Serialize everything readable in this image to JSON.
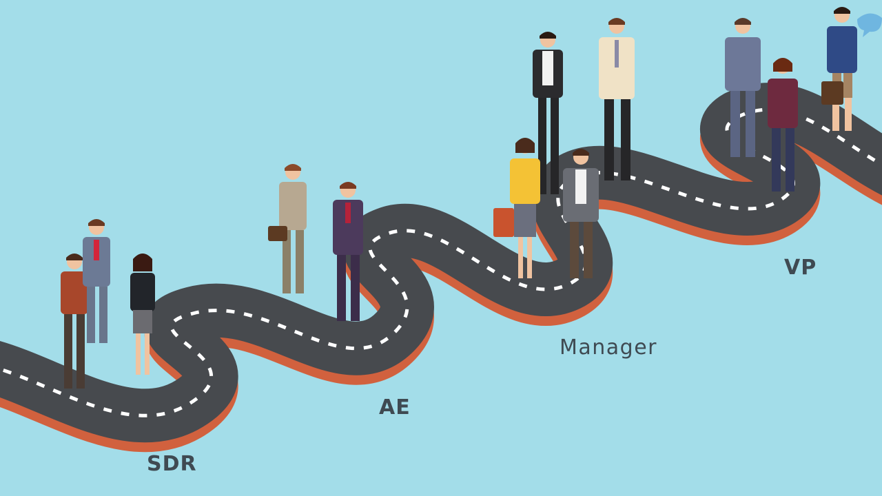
{
  "career_path": {
    "stages": [
      {
        "id": "sdr",
        "label": "SDR"
      },
      {
        "id": "ae",
        "label": "AE"
      },
      {
        "id": "manager",
        "label": "Manager"
      },
      {
        "id": "vp",
        "label": "VP"
      }
    ]
  },
  "colors": {
    "background": "#a3dde9",
    "road": "#474a4e",
    "road_edge": "#d1613e",
    "lane_marking": "#ffffff",
    "label_text": "#3f4a52"
  },
  "icons": [
    "winding-road",
    "business-person",
    "briefcase",
    "speech-bubble"
  ]
}
